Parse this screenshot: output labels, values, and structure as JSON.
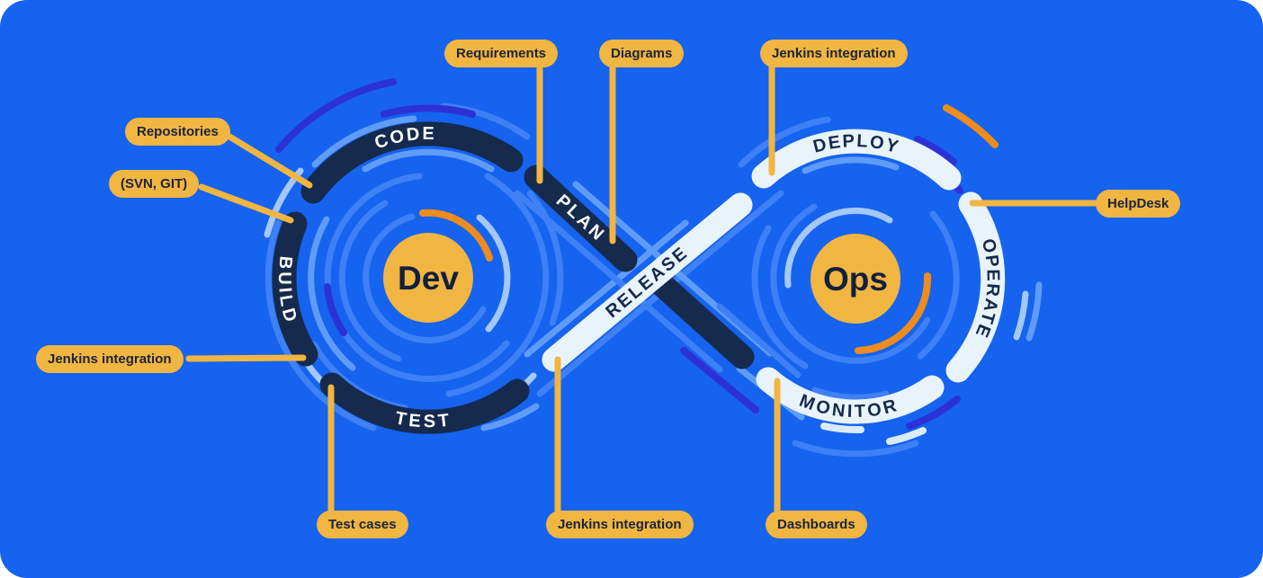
{
  "colors": {
    "background": "#1563EF",
    "callout_yellow": "#F1B542",
    "navy_band": "#152A4D",
    "pale_band": "#E9F3FC",
    "orange_accent": "#EE8C1E",
    "indigo_accent": "#2C31D6",
    "ring_blue": "#3E80F5",
    "ring_blue_soft": "#5F9CF8",
    "ring_blue_light": "#A5C8FB",
    "label_on_dark": "#FFFFFF",
    "label_on_pale": "#15294C",
    "callout_text": "#1B2437"
  },
  "loops": {
    "dev": {
      "center_label": "Dev",
      "segments": {
        "code": "CODE",
        "plan": "PLAN",
        "build": "BUILD",
        "test": "TEST"
      }
    },
    "ops": {
      "center_label": "Ops",
      "segments": {
        "deploy": "DEPLOY",
        "operate": "OPERATE",
        "monitor": "MONITOR"
      }
    },
    "shared": {
      "release": "RELEASE"
    }
  },
  "callouts": {
    "requirements": "Requirements",
    "diagrams": "Diagrams",
    "jenkins_top": "Jenkins integration",
    "repositories": "Repositories",
    "svn_git": "(SVN, GIT)",
    "jenkins_left": "Jenkins integration",
    "test_cases": "Test cases",
    "jenkins_bottom": "Jenkins integration",
    "dashboards": "Dashboards",
    "helpdesk": "HelpDesk"
  }
}
